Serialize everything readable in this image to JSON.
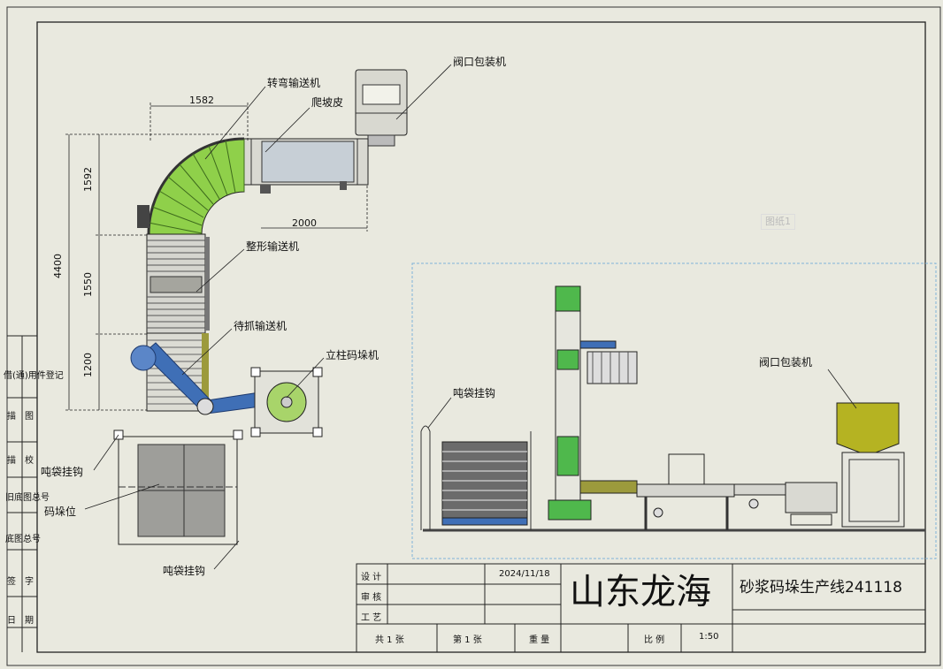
{
  "view1_label": "图纸1",
  "plan": {
    "labels": {
      "turn_conveyor": "转弯输送机",
      "incline_belt": "爬坡皮",
      "valve_packer": "阀口包装机",
      "shaping_conveyor": "整形输送机",
      "waiting_conveyor": "待抓输送机",
      "column_palletizer": "立柱码垛机",
      "bag_hook_top": "吨袋挂钩",
      "pallet_position": "码垛位",
      "bag_hook_bottom": "吨袋挂钩"
    },
    "dims": {
      "turn_width": "1582",
      "turn_height": "1592",
      "belt_length": "2000",
      "total_height": "4400",
      "shaping_length": "1550",
      "waiting_length": "1200"
    }
  },
  "elevation": {
    "labels": {
      "bag_hook": "吨袋挂钩",
      "valve_packer": "阀口包装机"
    }
  },
  "left_margin": [
    "借(通)用件登记",
    "描　图",
    "描　校",
    "旧底图总号",
    "底图总号",
    "签　字",
    "日　期"
  ],
  "title_block": {
    "design": "设 计",
    "review": "审 核",
    "process": "工 艺",
    "date": "2024/11/18",
    "company": "山东龙海",
    "drawing_title": "砂浆码垛生产线241118",
    "total_sheets": "共 1 张",
    "sheet_no": "第 1 张",
    "weight": "重 量",
    "scale_label": "比 例",
    "scale": "1:50"
  },
  "colors": {
    "background": "#e9e9df",
    "roller_green": "#8fd04a",
    "arm_blue": "#3f6fb6",
    "column_green": "#4fb84c",
    "packer_olive": "#b5b322",
    "view_border": "#7fb3d8"
  }
}
